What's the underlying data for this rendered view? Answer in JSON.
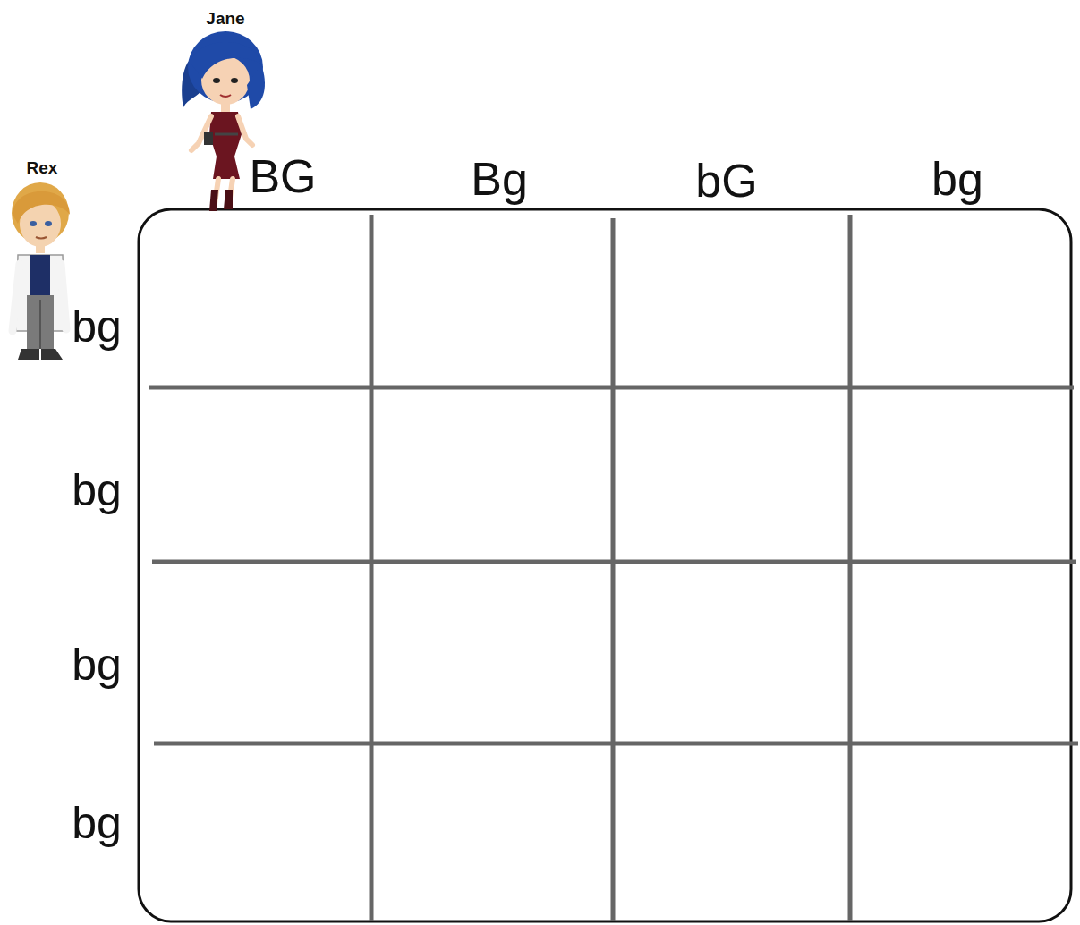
{
  "diagram": {
    "labels": [
      "Jane",
      "Rex",
      "BG",
      "Bg",
      "bG",
      "bg",
      "bg",
      "bg",
      "bg",
      "bg"
    ]
  }
}
